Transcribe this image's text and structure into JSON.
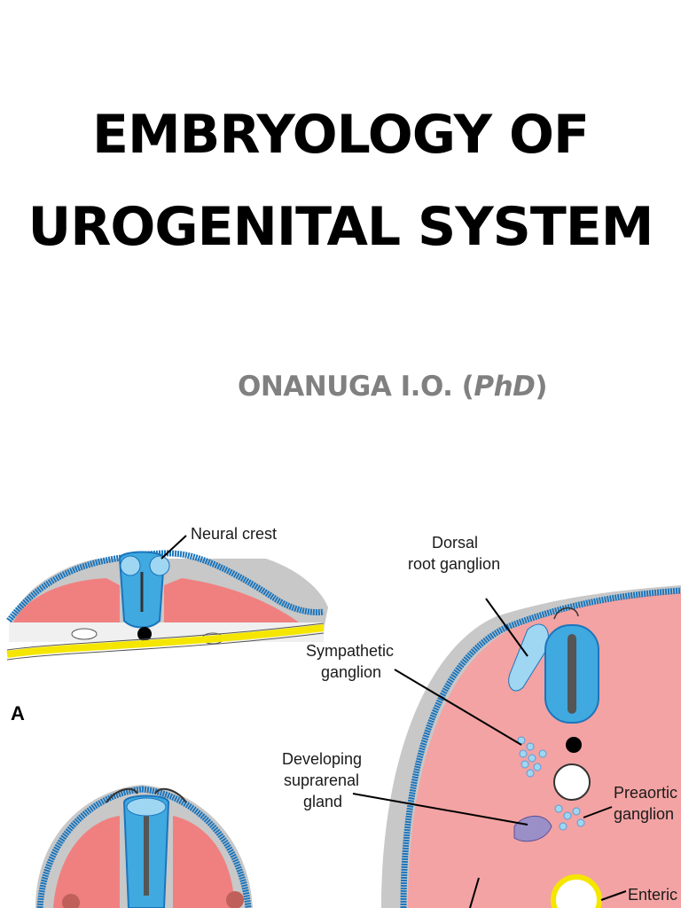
{
  "title": {
    "line1": "EMBRYOLOGY OF",
    "line2": "UROGENITAL SYSTEM"
  },
  "author": {
    "name": "ONANUGA I.O. (",
    "degree": "PhD",
    "close": ")"
  },
  "figure": {
    "panel_a": "A",
    "labels": {
      "neural_crest": "Neural crest",
      "dorsal_1": "Dorsal",
      "dorsal_2": "root ganglion",
      "sympathetic_1": "Sympathetic",
      "sympathetic_2": "ganglion",
      "developing_1": "Developing",
      "developing_2": "suprarenal",
      "developing_3": "gland",
      "preaortic_1": "Preaortic",
      "preaortic_2": "ganglion",
      "enteric": "Enteric"
    },
    "colors": {
      "neural_tube": "#3fa9e0",
      "mesoderm": "#f08080",
      "ectoderm": "#1b75bc",
      "endoderm": "#f5e600",
      "grey": "#bdbdbd"
    }
  }
}
